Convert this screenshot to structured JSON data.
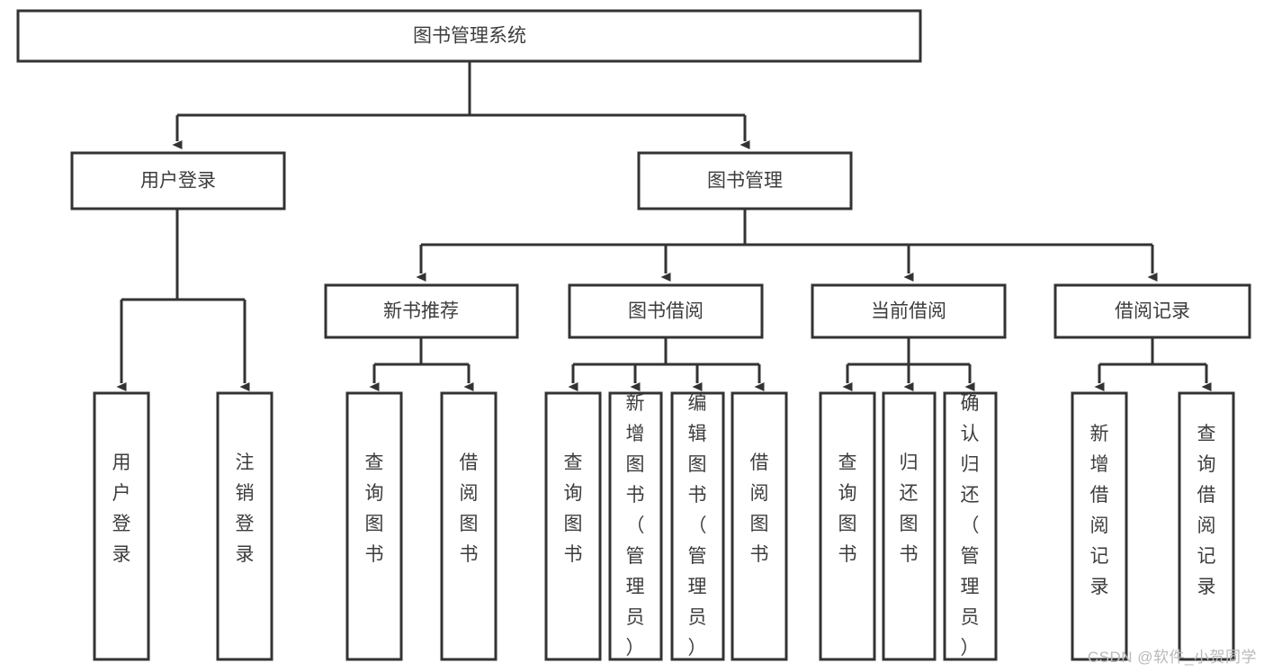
{
  "diagram": {
    "type": "tree",
    "title": "图书管理系统",
    "orientation": "top-down",
    "arrow_style": "filled-triangle",
    "colors": {
      "node_fill": "#ffffff",
      "node_stroke": "#333333",
      "text": "#3d3d3d",
      "watermark": "#b9b9b9",
      "background": "#ffffff"
    },
    "nodes": {
      "root": {
        "label": "图书管理系统",
        "orient": "horizontal"
      },
      "level2": [
        {
          "id": "user-login",
          "label": "用户登录",
          "orient": "horizontal"
        },
        {
          "id": "book-manage",
          "label": "图书管理",
          "orient": "horizontal"
        }
      ],
      "level3": [
        {
          "id": "new-book-recommend",
          "label": "新书推荐",
          "orient": "horizontal"
        },
        {
          "id": "book-borrow",
          "label": "图书借阅",
          "orient": "horizontal"
        },
        {
          "id": "current-borrow",
          "label": "当前借阅",
          "orient": "horizontal"
        },
        {
          "id": "borrow-record",
          "label": "借阅记录",
          "orient": "horizontal"
        }
      ],
      "leaves": {
        "user-login": [
          {
            "id": "leaf-user-login",
            "label": "用户登录",
            "orient": "vertical"
          },
          {
            "id": "leaf-user-logout",
            "label": "注销登录",
            "orient": "vertical"
          }
        ],
        "new-book-recommend": [
          {
            "id": "leaf-query-book-1",
            "label": "查询图书",
            "orient": "vertical"
          },
          {
            "id": "leaf-borrow-book-1",
            "label": "借阅图书",
            "orient": "vertical"
          }
        ],
        "book-borrow": [
          {
            "id": "leaf-query-book-2",
            "label": "查询图书",
            "orient": "vertical"
          },
          {
            "id": "leaf-add-book",
            "label": "新增图书（管理员）",
            "orient": "vertical"
          },
          {
            "id": "leaf-edit-book",
            "label": "编辑图书（管理员）",
            "orient": "vertical"
          },
          {
            "id": "leaf-borrow-book-2",
            "label": "借阅图书",
            "orient": "vertical"
          }
        ],
        "current-borrow": [
          {
            "id": "leaf-query-book-3",
            "label": "查询图书",
            "orient": "vertical"
          },
          {
            "id": "leaf-return-book",
            "label": "归还图书",
            "orient": "vertical"
          },
          {
            "id": "leaf-confirm-return",
            "label": "确认归还（管理员）",
            "orient": "vertical"
          }
        ],
        "borrow-record": [
          {
            "id": "leaf-add-record",
            "label": "新增借阅记录",
            "orient": "vertical"
          },
          {
            "id": "leaf-query-record",
            "label": "查询借阅记录",
            "orient": "vertical"
          }
        ]
      }
    }
  },
  "watermark": {
    "text": "CSDN @软件_小贺同学"
  }
}
